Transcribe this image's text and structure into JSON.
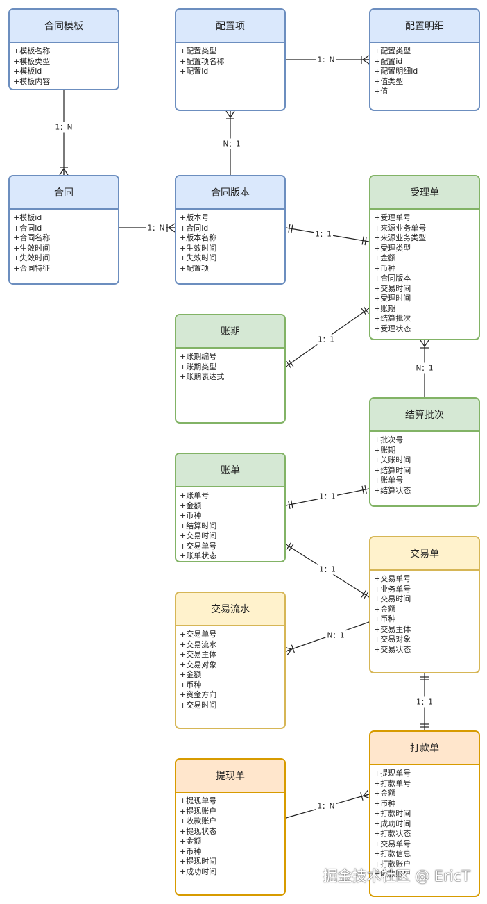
{
  "entities": [
    {
      "key": "contract_template",
      "title": "合同模板",
      "theme": "blue",
      "fields": [
        "+模板名称",
        "+模板类型",
        "+模板id",
        "+模板内容"
      ]
    },
    {
      "key": "config_item",
      "title": "配置项",
      "theme": "blue",
      "fields": [
        "+配置类型",
        "+配置项名称",
        "+配置id"
      ]
    },
    {
      "key": "config_detail",
      "title": "配置明细",
      "theme": "blue",
      "fields": [
        "+配置类型",
        "+配置id",
        "+配置明细id",
        "+值类型",
        "+值"
      ]
    },
    {
      "key": "contract",
      "title": "合同",
      "theme": "blue",
      "fields": [
        "+模板id",
        "+合同id",
        "+合同名称",
        "+生效时间",
        "+失效时间",
        "+合同特征"
      ]
    },
    {
      "key": "contract_version",
      "title": "合同版本",
      "theme": "blue",
      "fields": [
        "+版本号",
        "+合同id",
        "+版本名称",
        "+生效时间",
        "+失效时间",
        "+配置项"
      ]
    },
    {
      "key": "acceptance",
      "title": "受理单",
      "theme": "green",
      "fields": [
        "+受理单号",
        "+来源业务单号",
        "+来源业务类型",
        "+受理类型",
        "+金额",
        "+币种",
        "+合同版本",
        "+交易时间",
        "+受理时间",
        "+账期",
        "+结算批次",
        "+受理状态"
      ]
    },
    {
      "key": "billing_period",
      "title": "账期",
      "theme": "green",
      "fields": [
        "+账期编号",
        "+账期类型",
        "+账期表达式"
      ]
    },
    {
      "key": "settlement_batch",
      "title": "结算批次",
      "theme": "green",
      "fields": [
        "+批次号",
        "+账期",
        "+关账时间",
        "+结算时间",
        "+账单号",
        "+结算状态"
      ]
    },
    {
      "key": "bill",
      "title": "账单",
      "theme": "green",
      "fields": [
        "+账单号",
        "+金额",
        "+币种",
        "+结算时间",
        "+交易时间",
        "+交易单号",
        "+账单状态"
      ]
    },
    {
      "key": "transaction",
      "title": "交易单",
      "theme": "yellow",
      "fields": [
        "+交易单号",
        "+业务单号",
        "+交易时间",
        "+金额",
        "+币种",
        "+交易主体",
        "+交易对象",
        "+交易状态"
      ]
    },
    {
      "key": "transaction_flow",
      "title": "交易流水",
      "theme": "yellow",
      "fields": [
        "+交易单号",
        "+交易流水",
        "+交易主体",
        "+交易对象",
        "+金额",
        "+币种",
        "+资金方向",
        "+交易时间"
      ]
    },
    {
      "key": "withdrawal",
      "title": "提现单",
      "theme": "orange",
      "fields": [
        "+提现单号",
        "+提现账户",
        "+收款账户",
        "+提现状态",
        "+金额",
        "+币种",
        "+提现时间",
        "+成功时间"
      ]
    },
    {
      "key": "payment",
      "title": "打款单",
      "theme": "orange",
      "fields": [
        "+提现单号",
        "+打款单号",
        "+金额",
        "+币种",
        "+打款时间",
        "+成功时间",
        "+打款状态",
        "+交易单号",
        "+打款信息",
        "+打款账户",
        "+收款账户"
      ]
    }
  ],
  "relations": [
    {
      "from": "contract_template",
      "to": "contract",
      "label": "1：N",
      "from_end": "none",
      "to_end": "many"
    },
    {
      "from": "config_item",
      "to": "config_detail",
      "label": "1：N",
      "from_end": "none",
      "to_end": "many"
    },
    {
      "from": "contract_version",
      "to": "config_item",
      "label": "N：1",
      "from_end": "none",
      "to_end": "many"
    },
    {
      "from": "contract",
      "to": "contract_version",
      "label": "1：N",
      "from_end": "none",
      "to_end": "many"
    },
    {
      "from": "contract_version",
      "to": "acceptance",
      "label": "1：1",
      "from_end": "one",
      "to_end": "one"
    },
    {
      "from": "billing_period",
      "to": "acceptance",
      "label": "1：1",
      "from_end": "one",
      "to_end": "one"
    },
    {
      "from": "settlement_batch",
      "to": "acceptance",
      "label": "N：1",
      "from_end": "none",
      "to_end": "many"
    },
    {
      "from": "bill",
      "to": "settlement_batch",
      "label": "1：1",
      "from_end": "one",
      "to_end": "one"
    },
    {
      "from": "bill",
      "to": "transaction",
      "label": "1：1",
      "from_end": "one",
      "to_end": "one"
    },
    {
      "from": "transaction",
      "to": "transaction_flow",
      "label": "N：1",
      "from_end": "none",
      "to_end": "many"
    },
    {
      "from": "transaction",
      "to": "payment",
      "label": "1：1",
      "from_end": "one",
      "to_end": "one"
    },
    {
      "from": "withdrawal",
      "to": "payment",
      "label": "1：N",
      "from_end": "none",
      "to_end": "many"
    }
  ],
  "colors": {
    "blue": {
      "fill": "#dae8fc",
      "stroke": "#6c8ebf"
    },
    "green": {
      "fill": "#d5e8d4",
      "stroke": "#82b366"
    },
    "yellow": {
      "fill": "#fff2cc",
      "stroke": "#d6b656"
    },
    "orange": {
      "fill": "#ffe6cc",
      "stroke": "#d79b00"
    },
    "line": "#222222"
  },
  "watermark": "掘金技术社区 @ EricT"
}
